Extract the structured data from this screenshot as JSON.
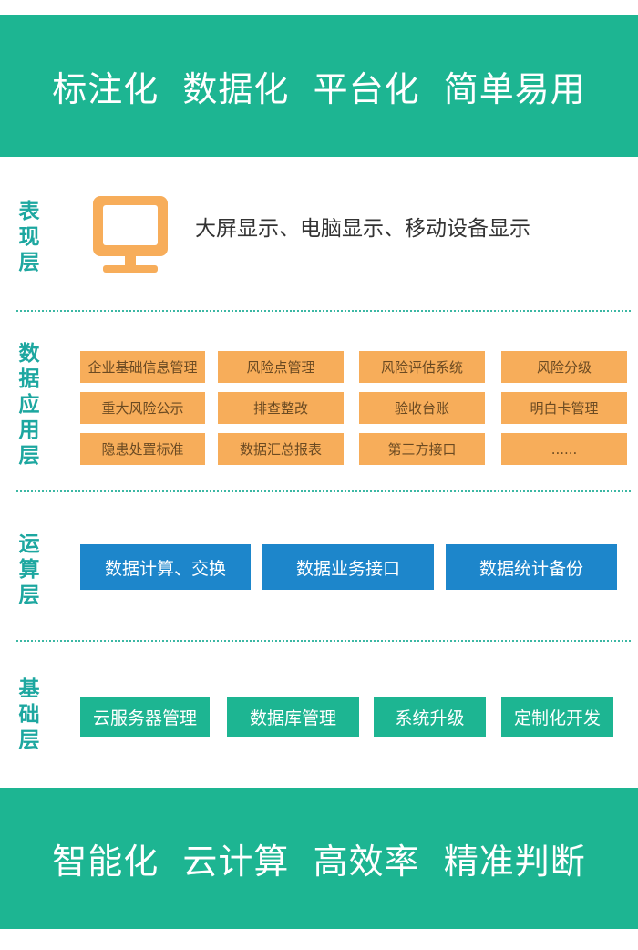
{
  "top_banner": "标注化  数据化  平台化  简单易用",
  "bottom_banner": "智能化  云计算  高效率  精准判断",
  "layers": {
    "presentation": {
      "label": "表现层",
      "icon": "monitor-icon",
      "text": "大屏显示、电脑显示、移动设备显示"
    },
    "data_application": {
      "label": "数据应用层",
      "items": [
        [
          "企业基础信息管理",
          "风险点管理",
          "风险评估系统",
          "风险分级"
        ],
        [
          "重大风险公示",
          "排查整改",
          "验收台账",
          "明白卡管理"
        ],
        [
          "隐患处置标准",
          "数据汇总报表",
          "第三方接口",
          "......"
        ]
      ]
    },
    "computation": {
      "label": "运算层",
      "items": [
        "数据计算、交换",
        "数据业务接口",
        "数据统计备份"
      ]
    },
    "foundation": {
      "label": "基础层",
      "items": [
        "云服务器管理",
        "数据库管理",
        "系统升级",
        "定制化开发"
      ]
    }
  },
  "colors": {
    "teal": "#1db592",
    "label": "#1da7a0",
    "orange": "#f7ad5a",
    "blue": "#1d86cb",
    "monitor": "#f7ad5a"
  }
}
